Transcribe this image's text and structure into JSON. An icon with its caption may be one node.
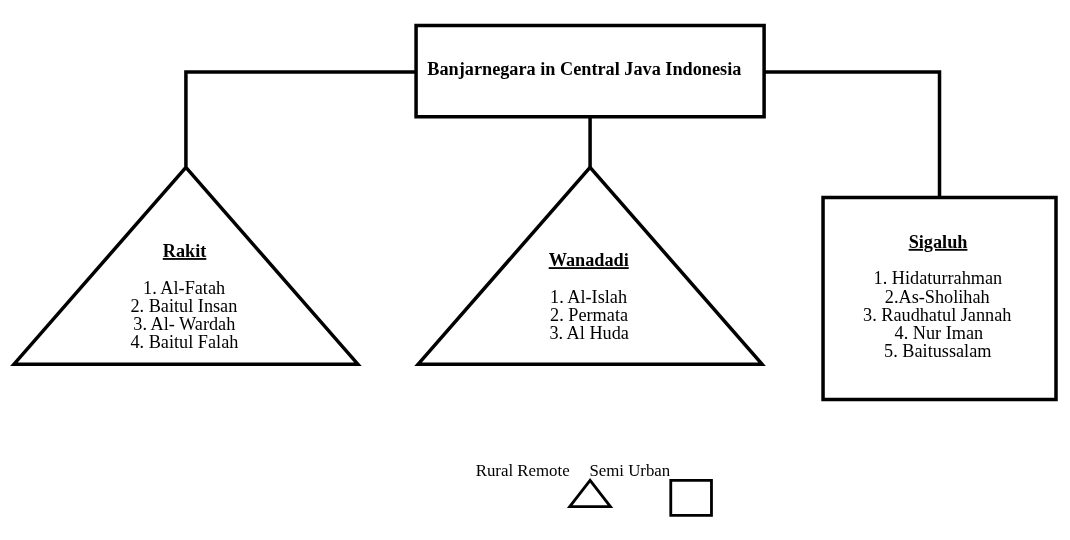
{
  "diagram": {
    "nodes": [
      {
        "text": [
          "Banjarnegara in Central Java Indonesia"
        ]
      },
      {
        "text": [
          "Rakit",
          "1. Al-Fatah",
          "2. Baitul Insan",
          "3. Al- Wardah",
          "4. Baitul Falah"
        ]
      },
      {
        "text": [
          "Wanadadi",
          "1. Al-Islah",
          "2. Permata",
          "3. Al Huda"
        ]
      },
      {
        "text": [
          "Sigaluh",
          "1. Hidaturrahman",
          "2.As-Sholihah",
          "3. Raudhatul Jannah",
          "4. Nur Iman",
          "5. Baitussalam"
        ]
      }
    ],
    "edges": [
      {
        "from": 0,
        "to": 1,
        "arrow": "none"
      },
      {
        "from": 0,
        "to": 2,
        "arrow": "none"
      },
      {
        "from": 0,
        "to": 3,
        "arrow": "none"
      }
    ],
    "legend": [
      {
        "text": "Rural Remote"
      },
      {
        "text": "Semi Urban"
      }
    ]
  }
}
